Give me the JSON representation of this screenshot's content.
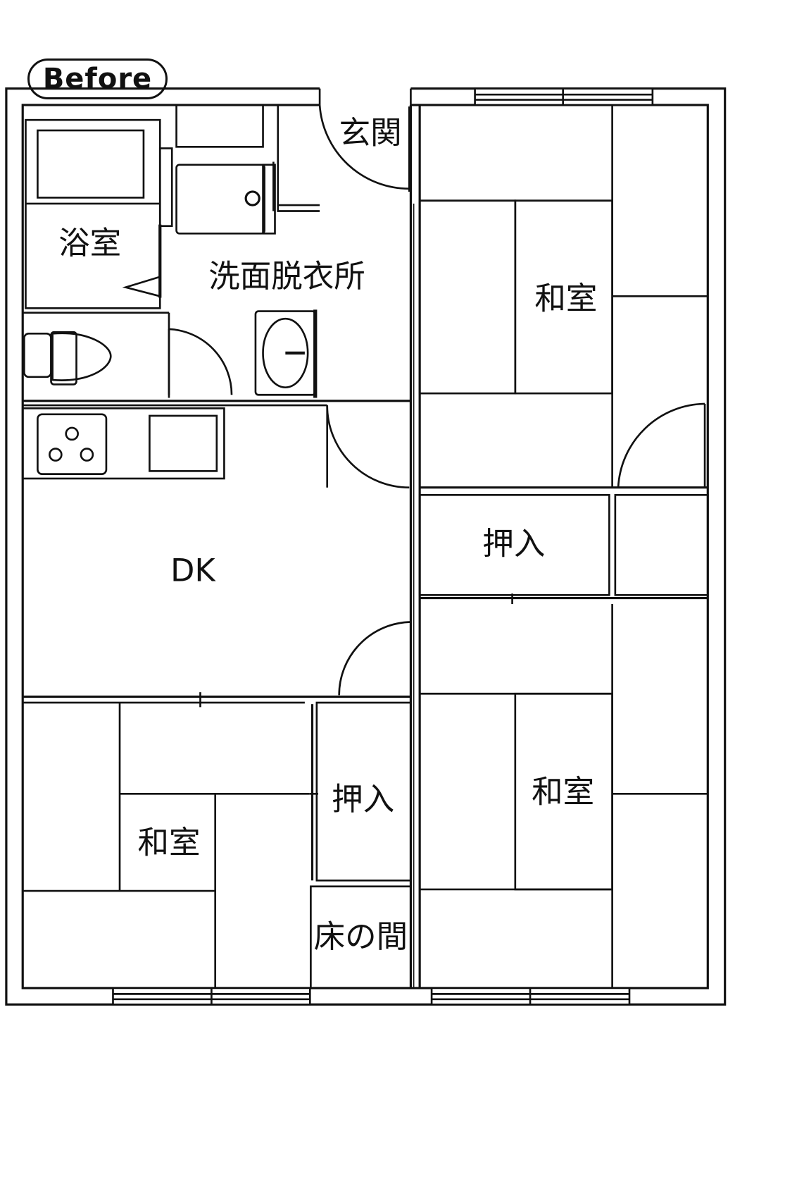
{
  "badge": "Before",
  "rooms": {
    "genkan": "玄関",
    "bath": "浴室",
    "washroom": "洗面脱衣所",
    "washitsu_ne": "和室",
    "oshiire_mid": "押入",
    "dk": "DK",
    "washitsu_sw": "和室",
    "oshiire_sw": "押入",
    "tokonoma": "床の間",
    "washitsu_se": "和室"
  },
  "colors": {
    "line": "#111111",
    "background": "#ffffff"
  }
}
